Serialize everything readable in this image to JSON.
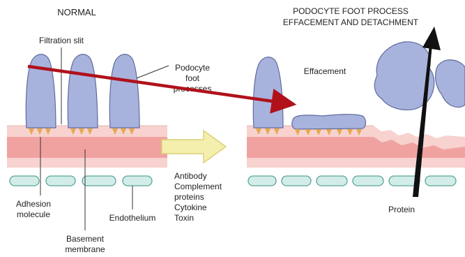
{
  "left_panel": {
    "title": "NORMAL",
    "labels": {
      "filtration_slit": "Filtration slit",
      "podocyte_line1": "Podocyte",
      "podocyte_line2": "foot",
      "podocyte_line3": "processes",
      "adhesion_line1": "Adhesion",
      "adhesion_line2": "molecule",
      "basement_line1": "Basement",
      "basement_line2": "membrane",
      "endothelium": "Endothelium"
    }
  },
  "middle": {
    "agents": [
      "Antibody",
      "Complement",
      "proteins",
      "Cytokine",
      "Toxin"
    ]
  },
  "right_panel": {
    "title_line1": "PODOCYTE FOOT PROCESS",
    "title_line2": "EFFACEMENT AND DETACHMENT",
    "labels": {
      "effacement": "Effacement",
      "protein": "Protein"
    }
  },
  "colors": {
    "podocyte_fill": "#a8b3dd",
    "podocyte_stroke": "#5f6a9e",
    "membrane_light": "#f7d2cf",
    "membrane_dark": "#f0a2a1",
    "adhesion": "#e5a94e",
    "endothelium_fill": "#d2ece7",
    "endothelium_stroke": "#5aa69b",
    "process_arrow": "#f5efad",
    "red_arrow": "#b0111b",
    "protein_arrow": "#111111"
  },
  "icons": {
    "process_arrow": "right-arrow-icon",
    "pointer": "red-pointer-arrow",
    "protein_leak": "curved-up-arrow"
  }
}
